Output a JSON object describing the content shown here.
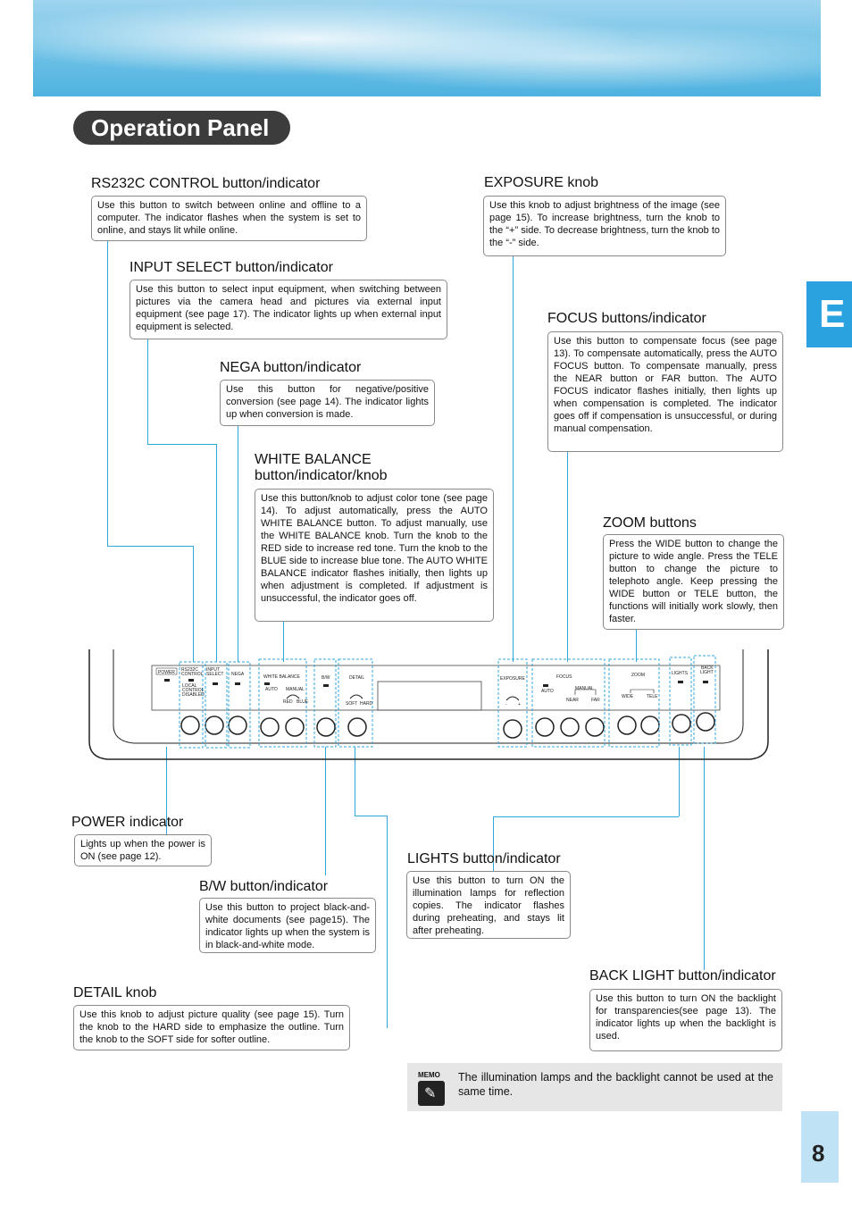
{
  "header": {
    "title": "Operation Panel",
    "tab_letter": "E",
    "page_number": "8"
  },
  "sections": {
    "rs232c": {
      "heading": "RS232C CONTROL button/indicator",
      "text": "Use this button to switch between online and offline to a computer. The indicator flashes when the system is set to online, and stays lit while online."
    },
    "input_select": {
      "heading": "INPUT SELECT button/indicator",
      "text": "Use this button to select input equipment, when switching between pictures via the camera head and pictures via external input equipment (see page 17). The indicator lights up when external input equipment is selected."
    },
    "nega": {
      "heading": "NEGA button/indicator",
      "text": "Use this button for negative/positive conversion (see page 14). The indicator lights up when conversion is made."
    },
    "white_balance": {
      "heading_line1": "WHITE BALANCE",
      "heading_line2": "button/indicator/knob",
      "text": "Use this button/knob to adjust color tone (see page 14). To adjust automatically, press the AUTO WHITE BALANCE button. To adjust manually, use the WHITE BALANCE knob. Turn the knob to the RED side to increase red tone. Turn the knob to the BLUE side to increase blue tone. The AUTO WHITE BALANCE indicator flashes initially, then lights up when adjustment is completed. If adjustment is unsuccessful, the indicator goes off."
    },
    "exposure": {
      "heading": "EXPOSURE knob",
      "text": "Use this knob to adjust brightness of the image (see page 15). To increase brightness, turn the knob to the “+” side. To decrease brightness, turn the knob to the “-” side."
    },
    "focus": {
      "heading": "FOCUS buttons/indicator",
      "text": "Use this button to compensate focus (see page 13). To compensate automatically, press the AUTO FOCUS button. To compensate manually, press the NEAR button or FAR button. The AUTO FOCUS indicator flashes initially, then lights up when compensation is completed. The indicator goes off if compensation is unsuccessful, or during manual compensation."
    },
    "zoom": {
      "heading": "ZOOM buttons",
      "text": "Press the WIDE button to change the picture to wide angle. Press the TELE button to change the picture to telephoto angle. Keep pressing the WIDE button or TELE button, the functions will initially work slowly, then faster."
    },
    "power": {
      "heading": "POWER indicator",
      "text": "Lights up when the power is ON (see page 12)."
    },
    "bw": {
      "heading": "B/W button/indicator",
      "text": "Use this button to project black-and-white documents (see page15). The indicator lights up when the system is in black-and-white mode."
    },
    "detail": {
      "heading": "DETAIL knob",
      "text": "Use this knob to adjust picture quality (see page 15). Turn the knob to the HARD side to emphasize the outline. Turn the knob to the SOFT side for softer outline."
    },
    "lights": {
      "heading": "LIGHTS button/indicator",
      "text": "Use this button to turn ON the illumination lamps for reflection copies. The indicator flashes during preheating, and stays lit after preheating."
    },
    "back_light": {
      "heading": "BACK LIGHT button/indicator",
      "text": "Use this button to turn ON the backlight for transparencies(see page 13). The indicator lights up when the backlight is used."
    }
  },
  "panel_labels": {
    "power": "POWER",
    "rs232c_l1": "RS232C",
    "rs232c_l2": "CONTROL",
    "local_l1": "LOCAL",
    "local_l2": "CONTROL",
    "local_l3": "DISABLED",
    "input_l1": "INPUT",
    "input_l2": "SELECT",
    "nega": "NEGA",
    "white_balance": "WHITE BALANCE",
    "auto": "AUTO",
    "manual": "MANUAL",
    "red": "RED",
    "blue": "BLUE",
    "bw": "B/W",
    "detail": "DETAIL",
    "soft": "SOFT",
    "hard": "HARD",
    "exposure": "EXPOSURE",
    "minus": "-",
    "plus": "+",
    "focus": "FOCUS",
    "focus_auto": "AUTO",
    "focus_manual": "MANUAL",
    "near": "NEAR",
    "far": "FAR",
    "zoom": "ZOOM",
    "wide": "WIDE",
    "tele": "TELE",
    "lights": "LIGHTS",
    "back_l1": "BACK",
    "back_l2": "LIGHT"
  },
  "memo": {
    "label": "MEMO",
    "text": "The illumination lamps and the backlight cannot be used at the same time."
  },
  "colors": {
    "accent": "#2aa2e0",
    "leader_line": "#2fa6dc",
    "title_bg": "#3c3c3c"
  }
}
